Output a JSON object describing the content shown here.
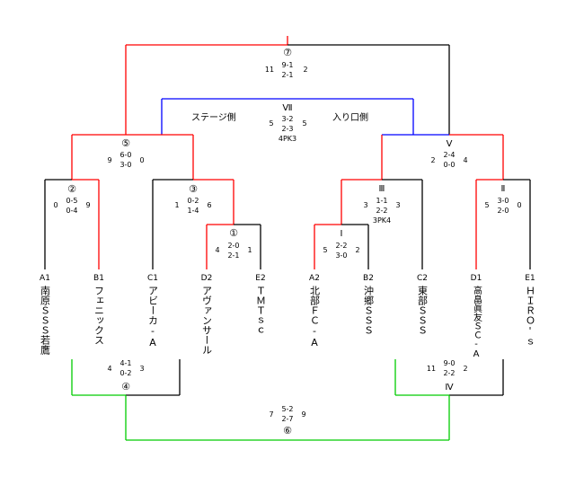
{
  "colors": {
    "win": "#ff0000",
    "lose": "#000000",
    "stage_vii": "#0000ff",
    "consolation": "#00cc00"
  },
  "sides": {
    "left": "ステージ側",
    "right": "入り口側"
  },
  "teams": [
    {
      "code": "A1",
      "name": "南原ＳＳＳ若鷹"
    },
    {
      "code": "B1",
      "name": "フェニックス"
    },
    {
      "code": "C1",
      "name": "アビーカ-A"
    },
    {
      "code": "D2",
      "name": "アヴァンサール"
    },
    {
      "code": "E2",
      "name": "ＴＭＴｓｃ"
    },
    {
      "code": "A2",
      "name": "北部ＦＣ-A"
    },
    {
      "code": "B2",
      "name": "沖郷ＳＳＳ"
    },
    {
      "code": "C2",
      "name": "東部ＳＳＳ"
    },
    {
      "code": "D1",
      "name": "高畠眞友ＳＣ-A"
    },
    {
      "code": "E1",
      "name": "ＨＩＲＯ'ｓ"
    }
  ],
  "matches": {
    "m1": {
      "label": "①",
      "left": "4",
      "right": "1",
      "h1": "2-0",
      "h2": "2-1"
    },
    "m2": {
      "label": "②",
      "left": "0",
      "right": "9",
      "h1": "0-5",
      "h2": "0-4"
    },
    "m3": {
      "label": "③",
      "left": "1",
      "right": "6",
      "h1": "0-2",
      "h2": "1-4"
    },
    "m5": {
      "label": "⑤",
      "left": "9",
      "right": "0",
      "h1": "6-0",
      "h2": "3-0"
    },
    "m7": {
      "label": "⑦",
      "left": "11",
      "right": "2",
      "h1": "9-1",
      "h2": "2-1"
    },
    "mI": {
      "label": "Ⅰ",
      "left": "5",
      "right": "2",
      "h1": "2-2",
      "h2": "3-0"
    },
    "mII": {
      "label": "Ⅱ",
      "left": "5",
      "right": "0",
      "h1": "3-0",
      "h2": "2-0"
    },
    "mIII": {
      "label": "Ⅲ",
      "left": "3",
      "right": "3",
      "h1": "1-1",
      "h2": "2-2",
      "pk": "3PK4"
    },
    "mV": {
      "label": "Ⅴ",
      "left": "2",
      "right": "4",
      "h1": "2-4",
      "h2": "0-0"
    },
    "mVII": {
      "label": "Ⅶ",
      "left": "5",
      "right": "5",
      "h1": "3-2",
      "h2": "2-3",
      "pk": "4PK3"
    },
    "m4": {
      "label": "④",
      "left": "4",
      "right": "3",
      "h1": "4-1",
      "h2": "0-2"
    },
    "mIV": {
      "label": "Ⅳ",
      "left": "11",
      "right": "2",
      "h1": "9-0",
      "h2": "2-2"
    },
    "m6": {
      "label": "⑥",
      "left": "7",
      "right": "9",
      "h1": "5-2",
      "h2": "2-7"
    }
  }
}
